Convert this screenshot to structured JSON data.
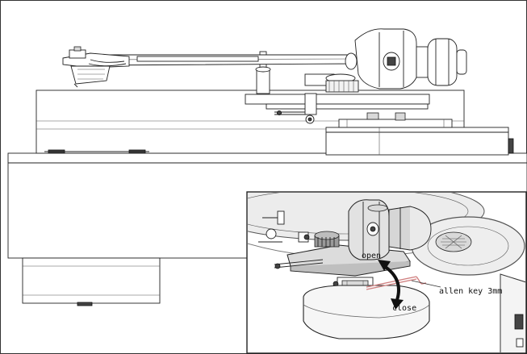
{
  "labels": {
    "open": "open",
    "close": "close",
    "allen_key": "allen key 3mm"
  },
  "colors": {
    "line": "#222222",
    "arrow": "#111111",
    "key_highlight": "#d08080"
  }
}
